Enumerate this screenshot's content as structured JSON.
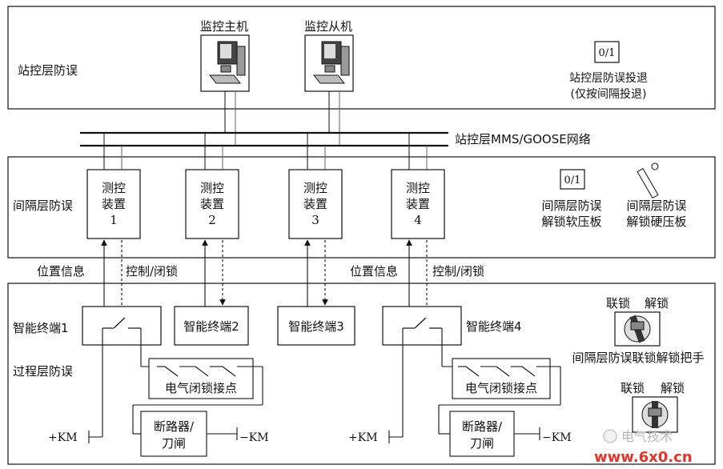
{
  "station_layer": {
    "label": "站控层防误",
    "main_host": "监控主机",
    "slave_host": "监控从机",
    "toggle_value": "0/1",
    "toggle_label_line1": "站控层防误投退",
    "toggle_label_line2": "(仅按间隔投退)"
  },
  "network_label": "站控层MMS/GOOSE网络",
  "bay_layer": {
    "label": "间隔层防误",
    "devices": [
      {
        "line1": "测控",
        "line2": "装置",
        "num": "1"
      },
      {
        "line1": "测控",
        "line2": "装置",
        "num": "2"
      },
      {
        "line1": "测控",
        "line2": "装置",
        "num": "3"
      },
      {
        "line1": "测控",
        "line2": "装置",
        "num": "4"
      }
    ],
    "soft_plate_value": "0/1",
    "soft_plate_line1": "间隔层防误",
    "soft_plate_line2": "解锁软压板",
    "hard_plate_line1": "间隔层防误",
    "hard_plate_line2": "解锁硬压板"
  },
  "signals": {
    "position_info": "位置信息",
    "control_lock": "控制/闭锁"
  },
  "process_layer": {
    "label": "过程层防误",
    "terminals": [
      "智能终端1",
      "智能终端2",
      "智能终端3",
      "智能终端4"
    ],
    "electric_lock_contact": "电气闭锁接点",
    "breaker_line1": "断路器/",
    "breaker_line2": "刀闸",
    "plus_km": "+KM",
    "minus_km": "−KM",
    "handle_interlock": "联锁",
    "handle_unlock": "解锁",
    "handle_label": "间隔层防误联锁解锁把手"
  },
  "watermark": {
    "brand": "电气技术",
    "url": "www.6x0.cn"
  }
}
